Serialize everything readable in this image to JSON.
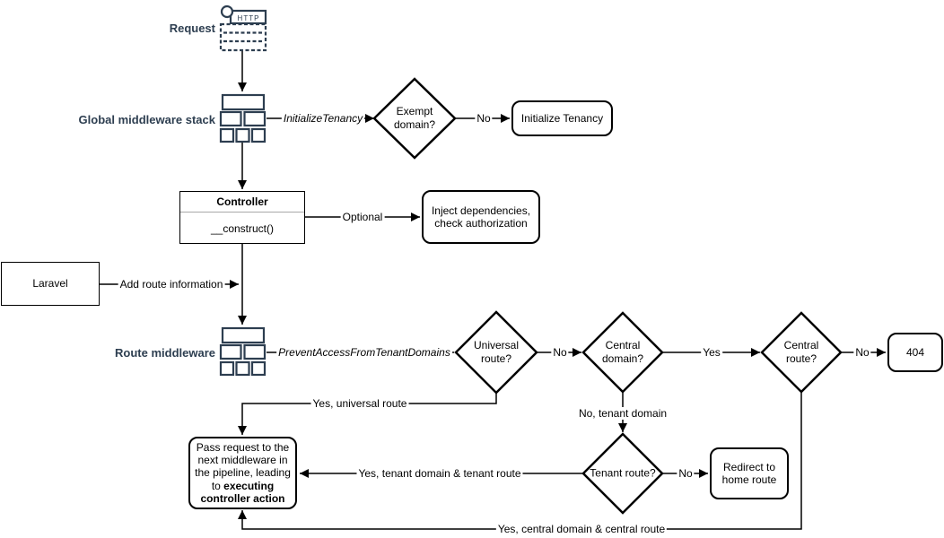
{
  "colors": {
    "accent": "#2d3e50",
    "stroke": "#000000",
    "background": "#ffffff"
  },
  "icons": {
    "request": "http-request-icon",
    "global_middleware": "middleware-stack-icon",
    "route_middleware": "middleware-stack-icon"
  },
  "nodes": {
    "request": {
      "label": "Request",
      "icon_text": "HTTP"
    },
    "global_middleware": {
      "label": "Global middleware stack"
    },
    "exempt_domain": {
      "label": "Exempt domain?"
    },
    "initialize_tenancy": {
      "label": "Initialize Tenancy"
    },
    "controller": {
      "title": "Controller",
      "method": "__construct()"
    },
    "inject_deps": {
      "label": "Inject dependencies, check authorization"
    },
    "laravel": {
      "label": "Laravel"
    },
    "route_middleware": {
      "label": "Route middleware"
    },
    "universal_route": {
      "label": "Universal route?"
    },
    "central_domain": {
      "label": "Central domain?"
    },
    "central_route": {
      "label": "Central route?"
    },
    "not_found": {
      "label": "404"
    },
    "tenant_route": {
      "label": "Tenant route?"
    },
    "redirect_home": {
      "label": "Redirect to home route"
    },
    "pass_request": {
      "text_normal": "Pass request to the next middleware in the pipeline, leading to ",
      "text_bold": "executing controller action"
    }
  },
  "edges": {
    "initialize_tenancy_mw": "InitializeTenancy",
    "exempt_no": "No",
    "optional": "Optional",
    "add_route_info": "Add route information",
    "prevent_access_mw": "PreventAccessFromTenantDomains",
    "universal_no": "No",
    "central_domain_yes": "Yes",
    "central_route_no": "No",
    "yes_universal_route": "Yes, universal route",
    "no_tenant_domain": "No, tenant domain",
    "yes_tenant_route": "Yes, tenant domain & tenant route",
    "tenant_no": "No",
    "yes_central_route": "Yes, central domain & central route"
  }
}
